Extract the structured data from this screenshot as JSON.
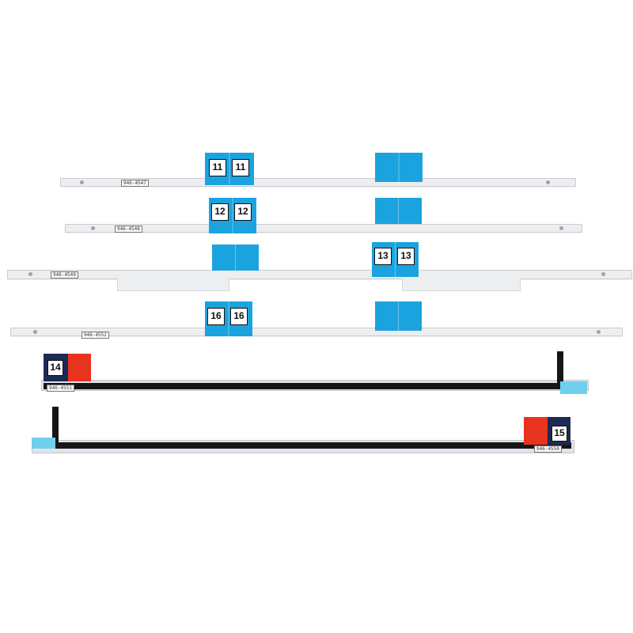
{
  "strips": [
    {
      "part_number": "946-4547",
      "tab_number": "11",
      "tab_number_right": "11"
    },
    {
      "part_number": "946-4548",
      "tab_number": "12",
      "tab_number_right": "12"
    },
    {
      "part_number": "946-4549",
      "tab_number": "13",
      "tab_number_right": "13"
    },
    {
      "part_number": "946-4552",
      "tab_number": "16",
      "tab_number_right": "16"
    },
    {
      "part_number": "946-4551",
      "tab_number": "14"
    },
    {
      "part_number": "946-4550",
      "tab_number": "15"
    }
  ],
  "colors": {
    "background": "#ffffff",
    "strip_clear": "#eceef0",
    "tab_blue": "#1aa3de",
    "adhesive_black": "#141618",
    "tab_red": "#e8331f",
    "tab_navy": "#1d2a55"
  }
}
